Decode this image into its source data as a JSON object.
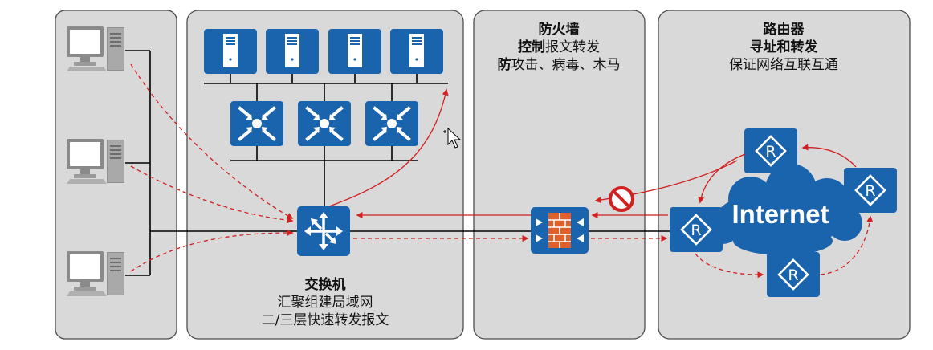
{
  "switch_section": {
    "title": "交换机",
    "lines": [
      "汇聚组建局域网",
      "二/三层快速转发报文"
    ]
  },
  "firewall_section": {
    "title": "防火墙",
    "line1_bold": "控制",
    "line1_rest": "报文转发",
    "line2_bold": "防",
    "line2_rest": "攻击、病毒、木马"
  },
  "router_section": {
    "title": "路由器",
    "subtitle": "寻址和转发",
    "line": "保证网络互联互通"
  },
  "cloud_label": "Internet",
  "router_icon_letter": "R",
  "colors": {
    "panel": "#d9d9d9",
    "device_blue": "#1a63ad",
    "arrow_red": "#d21f1f",
    "firewall_brick": "#e0602a"
  }
}
